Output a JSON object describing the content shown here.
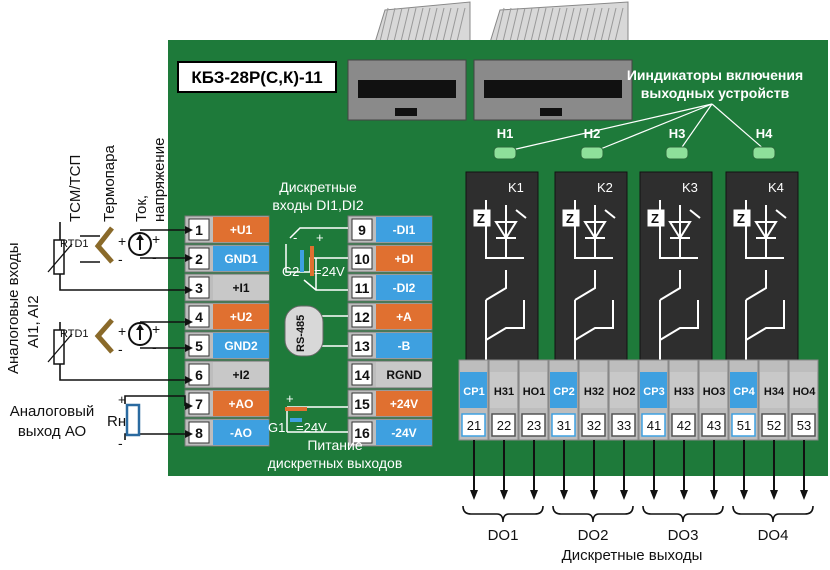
{
  "module_title": "КБЗ-28Р(С,К)-11",
  "indicators_caption": [
    "Ииндикаторы включения",
    "выходных устройств"
  ],
  "indicators": [
    "H1",
    "H2",
    "H3",
    "H4"
  ],
  "relays": [
    "K1",
    "K2",
    "K3",
    "K4"
  ],
  "left_terminals": [
    {
      "num": "1",
      "label": "+U1",
      "color": "#e07030"
    },
    {
      "num": "2",
      "label": "GND1",
      "color": "#3ea0e0"
    },
    {
      "num": "3",
      "label": "+I1",
      "color": "#c8c8c8"
    },
    {
      "num": "4",
      "label": "+U2",
      "color": "#e07030"
    },
    {
      "num": "5",
      "label": "GND2",
      "color": "#3ea0e0"
    },
    {
      "num": "6",
      "label": "+I2",
      "color": "#c8c8c8"
    },
    {
      "num": "7",
      "label": "+AO",
      "color": "#e07030"
    },
    {
      "num": "8",
      "label": "-AO",
      "color": "#3ea0e0"
    }
  ],
  "right_terminals": [
    {
      "num": "9",
      "label": "-DI1",
      "color": "#3ea0e0"
    },
    {
      "num": "10",
      "label": "+DI",
      "color": "#e07030"
    },
    {
      "num": "11",
      "label": "-DI2",
      "color": "#3ea0e0"
    },
    {
      "num": "12",
      "label": "+A",
      "color": "#e07030"
    },
    {
      "num": "13",
      "label": "-B",
      "color": "#3ea0e0"
    },
    {
      "num": "14",
      "label": "RGND",
      "color": "#c8c8c8"
    },
    {
      "num": "15",
      "label": "+24V",
      "color": "#e07030"
    },
    {
      "num": "16",
      "label": "-24V",
      "color": "#3ea0e0"
    }
  ],
  "output_terminals": [
    {
      "label": "CP1",
      "num": "21",
      "color": "#3ea0e0"
    },
    {
      "label": "H31",
      "num": "22",
      "color": "#c8c8c8"
    },
    {
      "label": "HO1",
      "num": "23",
      "color": "#c8c8c8"
    },
    {
      "label": "CP2",
      "num": "31",
      "color": "#3ea0e0"
    },
    {
      "label": "H32",
      "num": "32",
      "color": "#c8c8c8"
    },
    {
      "label": "HO2",
      "num": "33",
      "color": "#c8c8c8"
    },
    {
      "label": "CP3",
      "num": "41",
      "color": "#3ea0e0"
    },
    {
      "label": "H33",
      "num": "42",
      "color": "#c8c8c8"
    },
    {
      "label": "HO3",
      "num": "43",
      "color": "#c8c8c8"
    },
    {
      "label": "CP4",
      "num": "51",
      "color": "#3ea0e0"
    },
    {
      "label": "H34",
      "num": "52",
      "color": "#c8c8c8"
    },
    {
      "label": "HO4",
      "num": "53",
      "color": "#c8c8c8"
    }
  ],
  "do_groups": [
    "DO1",
    "DO2",
    "DO3",
    "DO4"
  ],
  "discrete_outputs_label": "Дискретные  выходы",
  "discrete_inputs_label": [
    "Дискретные",
    "входы  DI1,DI2"
  ],
  "g2_label": "G2",
  "g2_voltage": "=24V",
  "g1_label": "G1",
  "g1_voltage": "=24V",
  "power_label": [
    "Питание",
    "дискретных выходов"
  ],
  "rs485_label": "RS-485",
  "analog_inputs_label": [
    "Аналоговые входы",
    "AI1, AI2"
  ],
  "analog_output_label": [
    "Аналоговый",
    "выход АО"
  ],
  "rn_label": "Rн",
  "sensor_headers": [
    "ТСМ/ТСП",
    "Термопара",
    "Ток,",
    "напряжение"
  ],
  "rtd_label": "RTD1",
  "z_label": "Z",
  "colors": {
    "board": "#1e7a3a",
    "orange": "#e07030",
    "blue": "#3ea0e0",
    "gray": "#c8c8c8",
    "led": "#8ee09a"
  }
}
